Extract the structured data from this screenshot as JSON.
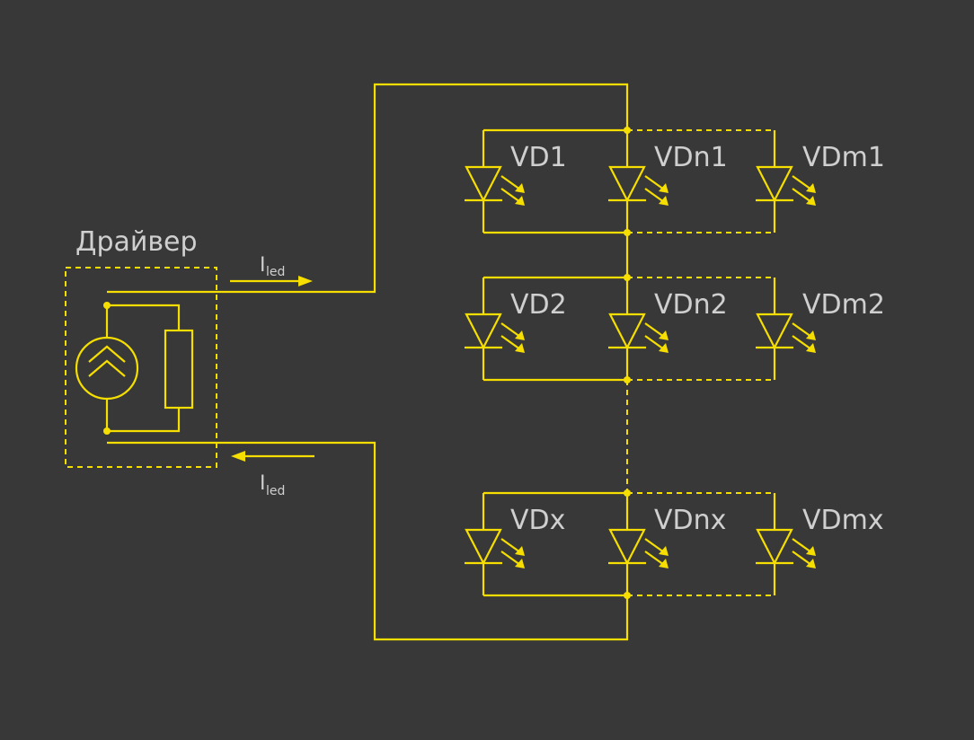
{
  "driver": {
    "label": "Драйвер"
  },
  "current": {
    "symbol": "I",
    "subscript": "led"
  },
  "rows": [
    {
      "labels": [
        "VD1",
        "VDn1",
        "VDm1"
      ]
    },
    {
      "labels": [
        "VD2",
        "VDn2",
        "VDm2"
      ]
    },
    {
      "labels": [
        "VDx",
        "VDnx",
        "VDmx"
      ]
    }
  ],
  "colors": {
    "background": "#383838",
    "wire": "#f5de00",
    "text": "#cfcfcf"
  }
}
